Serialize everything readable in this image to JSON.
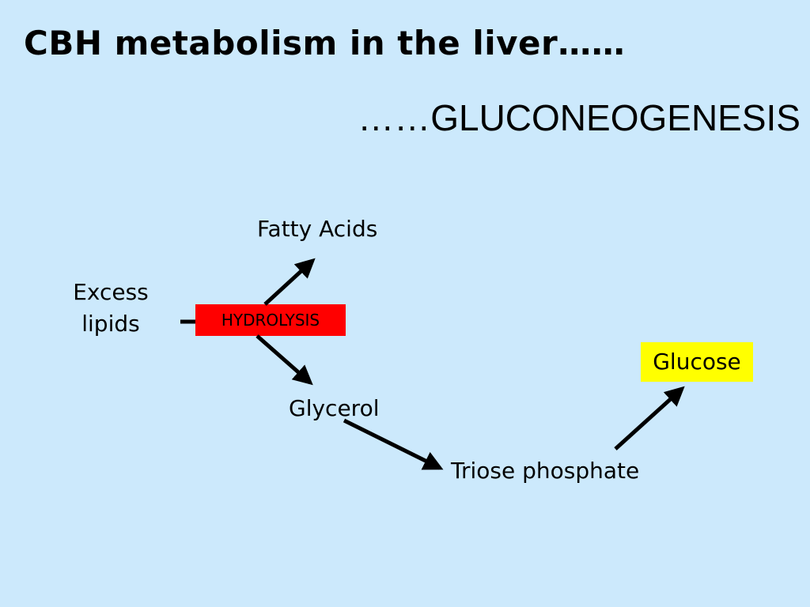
{
  "slide": {
    "title": "CBH metabolism in the liver……",
    "subtitle": "……GLUCONEOGENESIS"
  },
  "diagram": {
    "excess_lipids": [
      "Excess",
      "lipids"
    ],
    "hydrolysis": "HYDROLYSIS",
    "fatty_acids": "Fatty Acids",
    "glycerol": "Glycerol",
    "triose_phosphate": "Triose phosphate",
    "glucose": "Glucose"
  },
  "colors": {
    "background": "#cce9fc",
    "hydrolysis_box": "#ff0000",
    "glucose_box": "#ffff00"
  }
}
